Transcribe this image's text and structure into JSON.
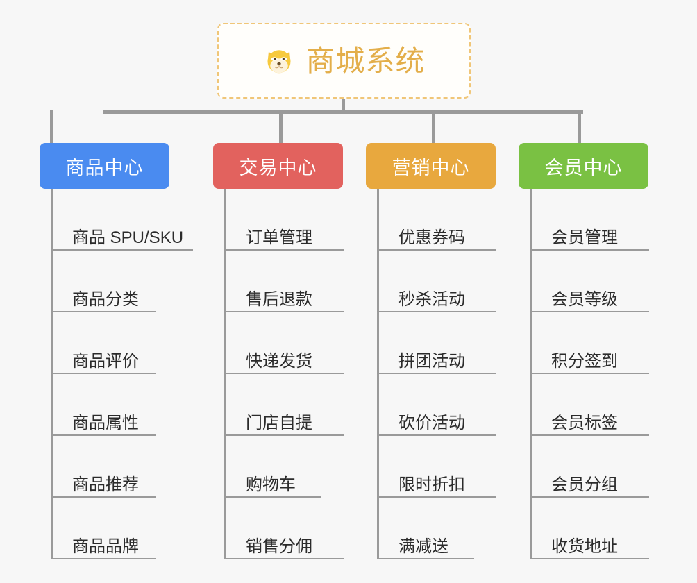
{
  "diagram": {
    "type": "mindmap",
    "background_color": "#f7f7f7",
    "root": {
      "icon": "dog-face-icon",
      "icon_glyph": "🐶",
      "title": "商城系统",
      "title_color": "#e3ae4a",
      "border_color": "#f0c678",
      "fill_color": "#fffefb"
    },
    "connector_color": "#9a9a9a",
    "branches": [
      {
        "label": "商品中心",
        "color": "#4a8bf0",
        "items": [
          "商品 SPU/SKU",
          "商品分类",
          "商品评价",
          "商品属性",
          "商品推荐",
          "商品品牌"
        ]
      },
      {
        "label": "交易中心",
        "color": "#e2625e",
        "items": [
          "订单管理",
          "售后退款",
          "快递发货",
          "门店自提",
          "购物车",
          "销售分佣"
        ]
      },
      {
        "label": "营销中心",
        "color": "#e8a83e",
        "items": [
          "优惠券码",
          "秒杀活动",
          "拼团活动",
          "砍价活动",
          "限时折扣",
          "满减送"
        ]
      },
      {
        "label": "会员中心",
        "color": "#7ac143",
        "items": [
          "会员管理",
          "会员等级",
          "积分签到",
          "会员标签",
          "会员分组",
          "收货地址"
        ]
      }
    ]
  },
  "layout": {
    "branch_x": [
      57,
      307,
      527,
      747
    ],
    "branch_width": [
      187,
      187,
      187,
      187
    ],
    "drop_x": [
      72,
      402,
      622,
      832
    ],
    "spine_x": [
      73,
      323,
      543,
      763
    ],
    "leaf_widths": [
      [
        205,
        152,
        152,
        152,
        152,
        152
      ],
      [
        172,
        172,
        172,
        172,
        140,
        172
      ],
      [
        172,
        172,
        172,
        172,
        172,
        140
      ],
      [
        172,
        172,
        172,
        172,
        172,
        172
      ]
    ]
  }
}
